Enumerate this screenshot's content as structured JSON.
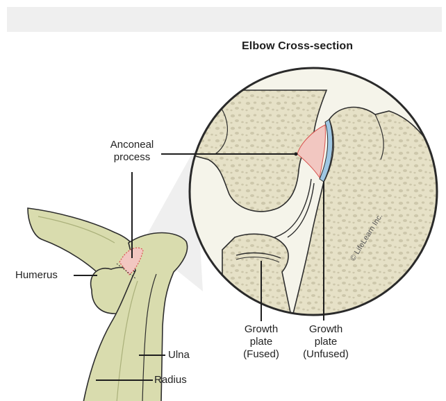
{
  "title": "Elbow Cross-section",
  "labels": {
    "anconeal": [
      "Anconeal",
      "process"
    ],
    "humerus": "Humerus",
    "ulna": "Ulna",
    "radius": "Radius",
    "growth_fused": [
      "Growth",
      "plate",
      "(Fused)"
    ],
    "growth_unfused": [
      "Growth",
      "plate",
      "(Unfused)"
    ]
  },
  "credit": "© LifeLearn Inc.",
  "colors": {
    "bone": "#e4dfc4",
    "bone_limb": "#d9dcae",
    "bone_spots": "#cbc5a9",
    "cartilage_red": "#f2c7c1",
    "growth_plate_blue": "#9fc7e3",
    "outline": "#2d2d2d"
  }
}
